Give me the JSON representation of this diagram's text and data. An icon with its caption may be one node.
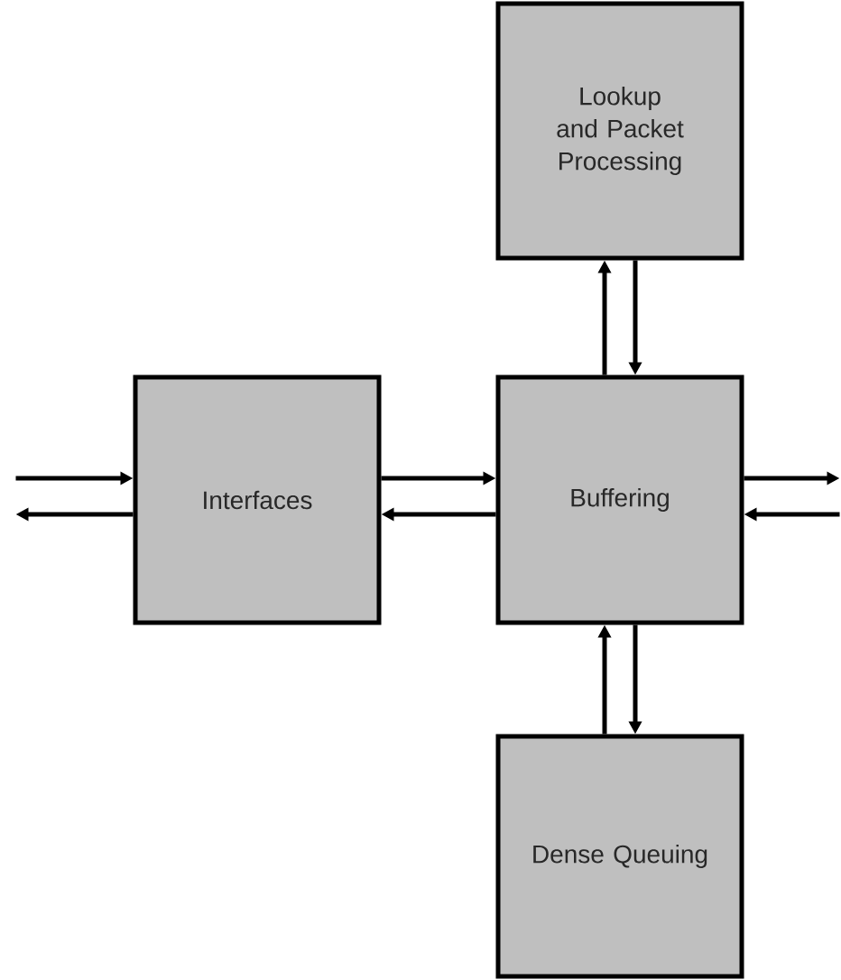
{
  "diagram": {
    "nodes": [
      {
        "text": [
          "Lookup and Packet Processing"
        ]
      },
      {
        "text": [
          "Interfaces"
        ]
      },
      {
        "text": [
          "Buffering"
        ]
      },
      {
        "text": [
          "Dense Queuing"
        ]
      }
    ],
    "edges": [
      {
        "from": null,
        "to": 1,
        "arrow": "to"
      },
      {
        "from": 1,
        "to": null,
        "arrow": "to"
      },
      {
        "from": 1,
        "to": 2,
        "arrow": "to"
      },
      {
        "from": 2,
        "to": 1,
        "arrow": "to"
      },
      {
        "from": 2,
        "to": null,
        "arrow": "to"
      },
      {
        "from": null,
        "to": 2,
        "arrow": "to"
      },
      {
        "from": 2,
        "to": 0,
        "arrow": "to"
      },
      {
        "from": 0,
        "to": 2,
        "arrow": "to"
      },
      {
        "from": 3,
        "to": 2,
        "arrow": "to"
      },
      {
        "from": 2,
        "to": 3,
        "arrow": "to"
      }
    ]
  }
}
